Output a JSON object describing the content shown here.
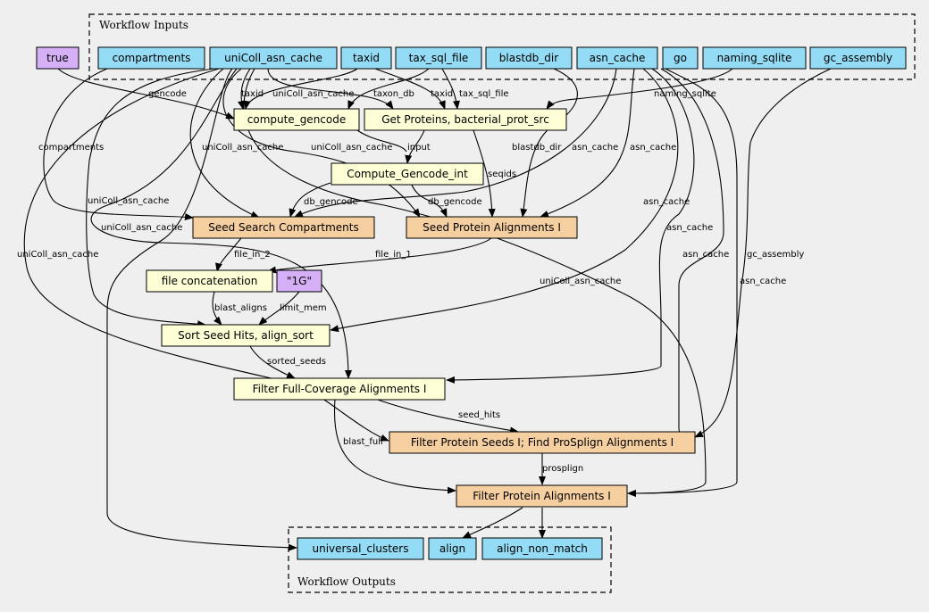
{
  "colors": {
    "background": "#efefef",
    "input": "#94dcf5",
    "constant": "#d5b0f7",
    "tool": "#fdfdd6",
    "subworkflow": "#f5cfa0",
    "output": "#94dcf5"
  },
  "clusters": {
    "inputs": "Workflow Inputs",
    "outputs": "Workflow Outputs"
  },
  "nodes": {
    "true_const": "true",
    "compartments": "compartments",
    "unicoll": "uniColl_asn_cache",
    "taxid": "taxid",
    "tax_sql_file": "tax_sql_file",
    "blastdb_dir": "blastdb_dir",
    "asn_cache": "asn_cache",
    "go": "go",
    "naming_sqlite": "naming_sqlite",
    "gc_assembly": "gc_assembly",
    "compute_gencode": "compute_gencode",
    "get_proteins": "Get Proteins, bacterial_prot_src",
    "compute_gencode_int": "Compute_Gencode_int",
    "seed_search": "Seed Search Compartments",
    "seed_protein": "Seed Protein Alignments I",
    "file_concat": "file concatenation",
    "one_g": "\"1G\"",
    "sort_seed": "Sort Seed Hits, align_sort",
    "filter_full": "Filter Full-Coverage Alignments I",
    "filter_seeds": "Filter Protein Seeds I; Find ProSplign Alignments I",
    "filter_protein": "Filter Protein Alignments I",
    "universal_clusters": "universal_clusters",
    "align": "align",
    "align_non_match": "align_non_match"
  },
  "edge_labels": {
    "gencode": "gencode",
    "taxid": "taxid",
    "unicoll_1": "uniColl_asn_cache",
    "taxon_db": "taxon_db",
    "taxid_2": "taxid",
    "tax_sql_file": "tax_sql_file",
    "naming_sqlite": "naming_sqlite",
    "compartments": "compartments",
    "unicoll_2": "uniColl_asn_cache",
    "unicoll_3": "uniColl_asn_cache",
    "input": "input",
    "blastdb_dir": "blastdb_dir",
    "asn_cache_1": "asn_cache",
    "asn_cache_2": "asn_cache",
    "seqids": "seqids",
    "db_gencode_1": "db_gencode",
    "db_gencode_2": "db_gencode",
    "unicoll_4": "uniColl_asn_cache",
    "asn_cache_3": "asn_cache",
    "unicoll_5": "uniColl_asn_cache",
    "asn_cache_4": "asn_cache",
    "file_in_2": "file_in_2",
    "file_in_1": "file_in_1",
    "unicoll_6": "uniColl_asn_cache",
    "asn_cache_5": "asn_cache",
    "gc_assembly": "gc_assembly",
    "unicoll_7": "uniColl_asn_cache",
    "asn_cache_6": "asn_cache",
    "blast_aligns": "blast_aligns",
    "limit_mem": "limit_mem",
    "sorted_seeds": "sorted_seeds",
    "seed_hits": "seed_hits",
    "blast_full": "blast_full",
    "prosplign": "prosplign"
  }
}
